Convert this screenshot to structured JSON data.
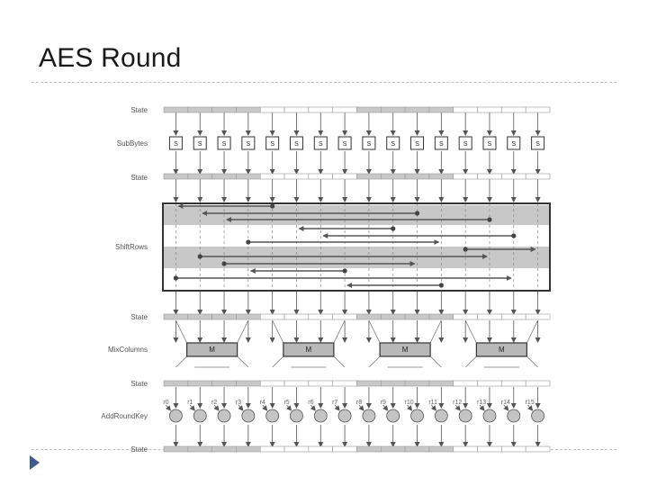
{
  "slide": {
    "title": "AES Round"
  },
  "diagram": {
    "row_labels": {
      "state": "State",
      "sub_bytes": "SubBytes",
      "shift_rows": "ShiftRows",
      "mix_columns": "MixColumns",
      "add_round_key": "AddRoundKey"
    },
    "sbox_label": "S",
    "mix_label": "M",
    "round_keys": [
      "r0",
      "r1",
      "r2",
      "r3",
      "r4",
      "r5",
      "r6",
      "r7",
      "r8",
      "r9",
      "r10",
      "r11",
      "r12",
      "r13",
      "r14",
      "r15"
    ],
    "shifted_cells": [
      {
        "from": 4,
        "to": 0
      },
      {
        "from": 10,
        "to": 1
      },
      {
        "from": 13,
        "to": 2
      },
      {
        "from": 9,
        "to": 5
      },
      {
        "from": 14,
        "to": 6
      },
      {
        "from": 3,
        "to": 11
      },
      {
        "from": 12,
        "to": 15
      },
      {
        "from": 1,
        "to": 13
      },
      {
        "from": 2,
        "to": 10
      },
      {
        "from": 7,
        "to": 3
      },
      {
        "from": 0,
        "to": 14
      },
      {
        "from": 11,
        "to": 7
      }
    ]
  },
  "colors": {
    "bullet": "#3c5a8a",
    "band": "#c8c8c8",
    "ink": "#555555"
  }
}
